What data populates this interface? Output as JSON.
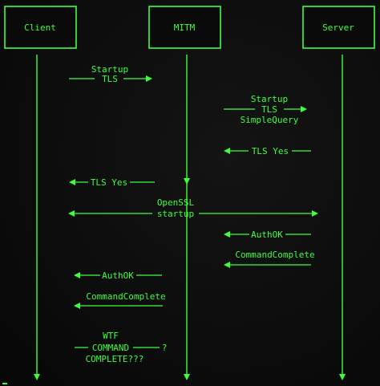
{
  "participants": {
    "client": "Client",
    "mitm": "MITM",
    "server": "Server"
  },
  "messages": {
    "m1_line1": "Startup",
    "m1_line2": "TLS",
    "m2_line1": "Startup",
    "m2_line2": "TLS",
    "m2_line3": "SimpleQuery",
    "m3": "TLS Yes",
    "m4": "TLS Yes",
    "m5_line1": "OpenSSL",
    "m5_line2": "startup",
    "m6": "AuthOK",
    "m7": "CommandComplete",
    "m8": "AuthOK",
    "m9": "CommandComplete",
    "m10_line1": "WTF",
    "m10_line2": "COMMAND",
    "m10_line3": "COMPLETE???",
    "m10_end": "?"
  },
  "colors": {
    "accent": "#3dff3d",
    "background": "#0a0a0a"
  }
}
